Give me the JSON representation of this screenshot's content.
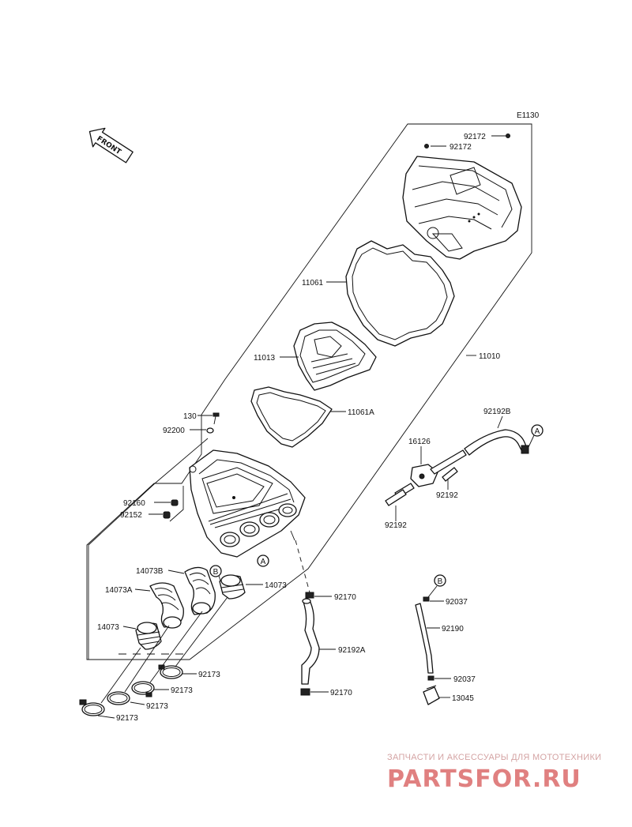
{
  "diagram_code": "E1130",
  "front_label": "FRONT",
  "refs": {
    "a": "A",
    "b": "B"
  },
  "parts": {
    "p92172_1": "92172",
    "p92172_2": "92172",
    "p11061": "11061",
    "p11013": "11013",
    "p11010": "11010",
    "p11061A": "11061A",
    "p130": "130",
    "p92200": "92200",
    "p92192B": "92192B",
    "p16126": "16126",
    "p92192_1": "92192",
    "p92192_2": "92192",
    "p92160": "92160",
    "p92152": "92152",
    "p14073B": "14073B",
    "p14073A": "14073A",
    "p14073_1": "14073",
    "p14073_2": "14073",
    "p92170_1": "92170",
    "p92170_2": "92170",
    "p92192A": "92192A",
    "p92037_1": "92037",
    "p92037_2": "92037",
    "p92190": "92190",
    "p13045": "13045",
    "p92173_1": "92173",
    "p92173_2": "92173",
    "p92173_3": "92173",
    "p92173_4": "92173"
  },
  "watermark": {
    "subtitle": "ЗАПЧАСТИ И АКСЕССУАРЫ ДЛЯ МОТОТЕХНИКИ",
    "brand": "PARTSFOR.RU"
  }
}
